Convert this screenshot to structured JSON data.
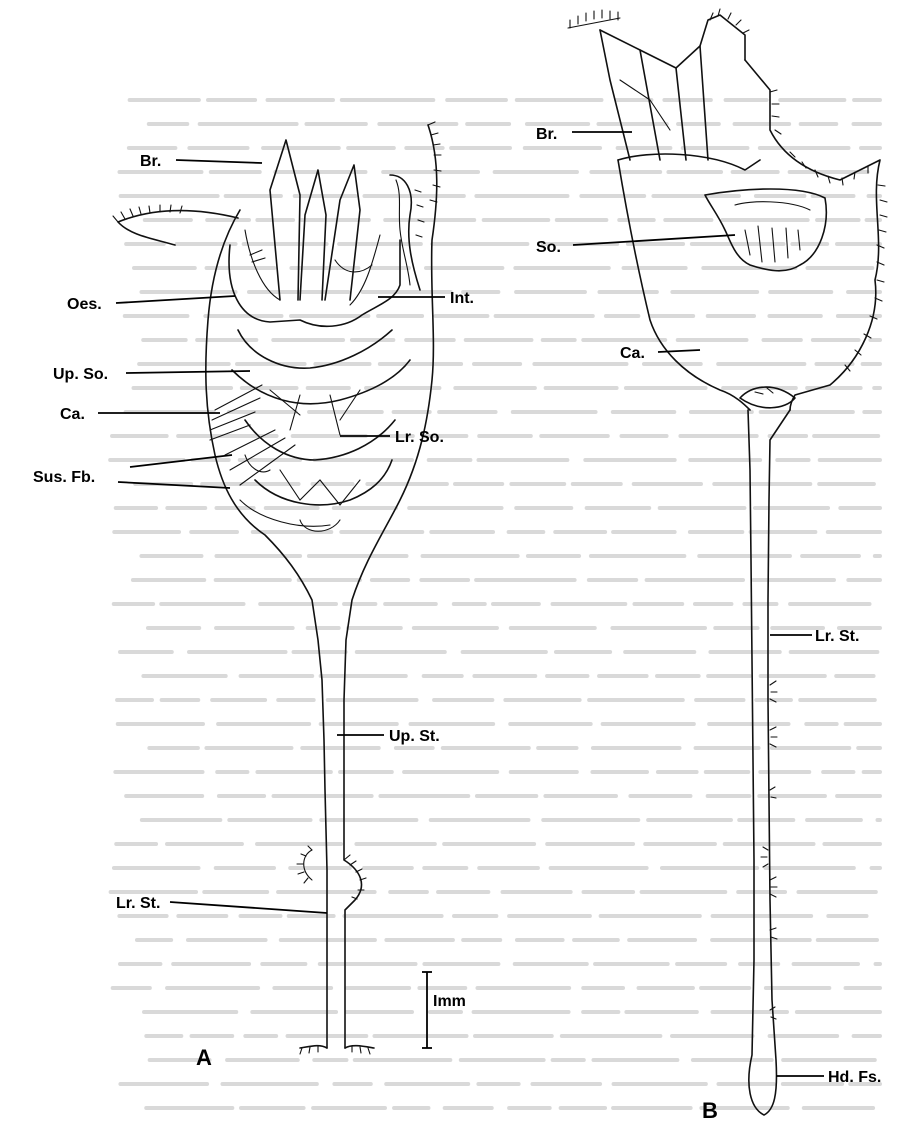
{
  "figure": {
    "panel_a": {
      "panel_label": "A",
      "labels": {
        "br": "Br.",
        "oes": "Oes.",
        "int": "Int.",
        "up_so": "Up. So.",
        "ca": "Ca.",
        "lr_so": "Lr. So.",
        "sus_fb": "Sus. Fb.",
        "up_st": "Up. St.",
        "lr_st": "Lr. St."
      },
      "scale_bar": "Imm"
    },
    "panel_b": {
      "panel_label": "B",
      "labels": {
        "br": "Br.",
        "so": "So.",
        "ca": "Ca.",
        "lr_st": "Lr. St.",
        "hd_fs": "Hd. Fs."
      }
    }
  }
}
